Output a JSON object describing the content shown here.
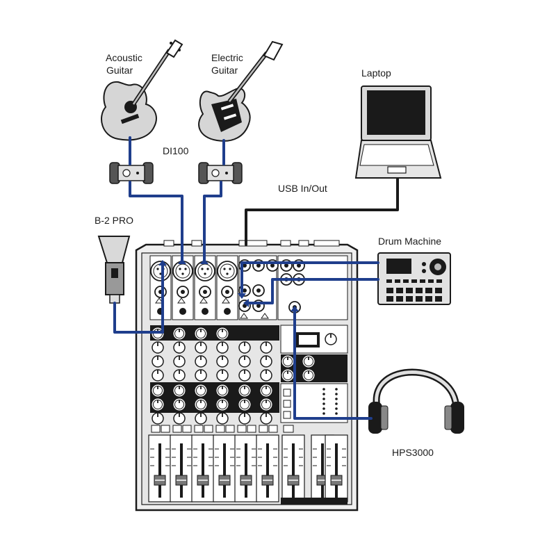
{
  "labels": {
    "acoustic_line1": "Acoustic",
    "acoustic_line2": "Guitar",
    "electric_line1": "Electric",
    "electric_line2": "Guitar",
    "laptop": "Laptop",
    "di_box": "DI100",
    "usb": "USB In/Out",
    "mic": "B-2 PRO",
    "drum_machine": "Drum Machine",
    "headphones": "HPS3000"
  },
  "colors": {
    "cable_blue": "#1f3e8c",
    "cable_black": "#1a1a1a",
    "outline": "#1a1a1a",
    "panel_gray": "#e6e6e6",
    "device_gray": "#cfcfcf"
  }
}
